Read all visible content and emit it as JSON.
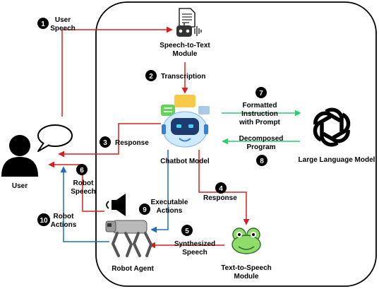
{
  "nodes": {
    "user": "User",
    "stt": [
      "Speech-to-Text",
      "Module"
    ],
    "chatbot": "Chatbot Model",
    "llm": "Large Language Model",
    "tts": [
      "Text-to-Speech",
      "Module"
    ],
    "robot": "Robot Agent"
  },
  "steps": [
    {
      "num": "1",
      "lines": [
        "User",
        "Speech"
      ]
    },
    {
      "num": "2",
      "lines": [
        "Transcription"
      ]
    },
    {
      "num": "3",
      "lines": [
        "Response"
      ]
    },
    {
      "num": "4",
      "lines": [
        "Response"
      ]
    },
    {
      "num": "5",
      "lines": [
        "Synthesized",
        "Speech"
      ]
    },
    {
      "num": "6",
      "lines": [
        "Robot",
        "Speech"
      ]
    },
    {
      "num": "7",
      "lines": [
        "Formatted",
        "Instruction",
        "with Prompt"
      ]
    },
    {
      "num": "8",
      "lines": [
        "Decomposed",
        "Program"
      ]
    },
    {
      "num": "9",
      "lines": [
        "Executable",
        "Actions"
      ]
    },
    {
      "num": "10",
      "lines": [
        "Robot",
        "Actions"
      ]
    }
  ],
  "colors": {
    "red": "#d62020",
    "blue": "#1f6fb8",
    "green": "#2ecc71",
    "chatbot_body": "#cfe9ff",
    "chatbot_face": "#1f3a6e",
    "chatbot_eyes": "#3dd6f5",
    "bubble_yellow": "#f7c948",
    "bubble_green": "#66d15c",
    "frog": "#8fdc6b",
    "robot_gray": "#b9b9b9"
  },
  "icons": [
    "document-icon",
    "robot-head-icon",
    "chatbot-icon",
    "openai-logo-icon",
    "frog-icon",
    "speaker-icon",
    "robot-dog-icon",
    "user-icon",
    "speech-bubble-icon"
  ]
}
